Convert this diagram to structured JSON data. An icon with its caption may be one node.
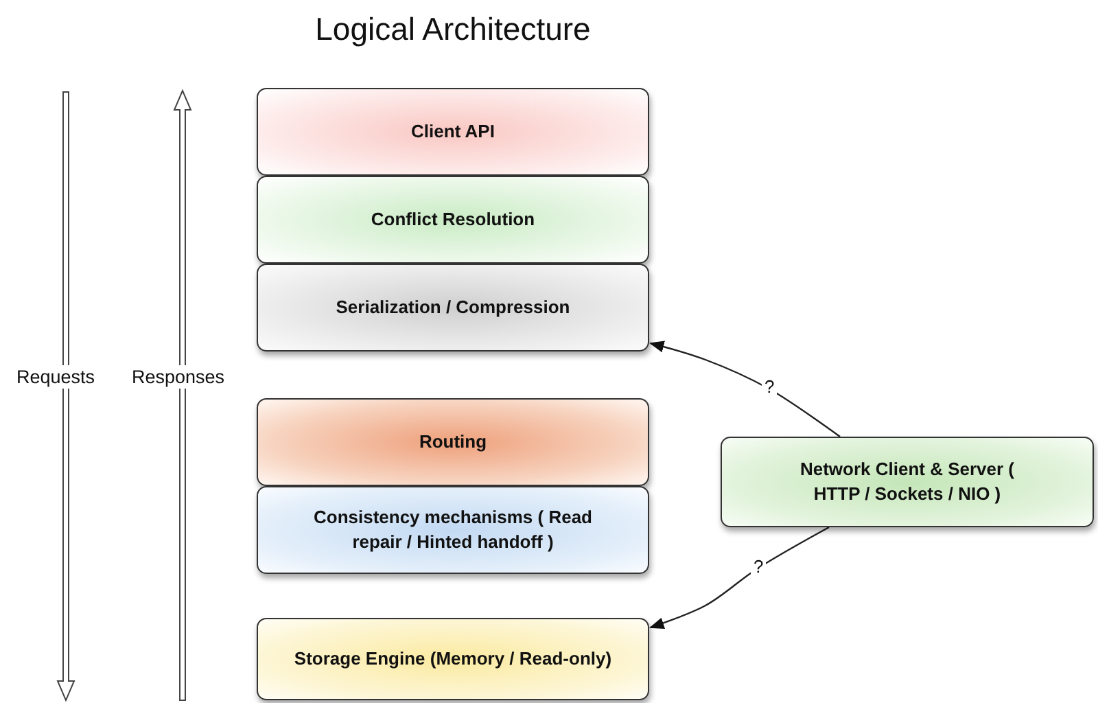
{
  "diagram": {
    "title": "Logical Architecture",
    "nodes": [
      {
        "text": [
          "Client API"
        ]
      },
      {
        "text": [
          "Conflict Resolution"
        ]
      },
      {
        "text": [
          "Serialization / Compression"
        ]
      },
      {
        "text": [
          "Routing"
        ]
      },
      {
        "text": [
          "Consistency mechanisms ( Read repair / Hinted handoff )"
        ]
      },
      {
        "text": [
          "Storage Engine (Memory / Read-only)"
        ]
      },
      {
        "text": [
          "Network Client & Server ( HTTP / Sockets / NIO )"
        ]
      }
    ],
    "edges": [
      {
        "from": 6,
        "to": 2,
        "arrow": "to",
        "label": "?"
      },
      {
        "from": 6,
        "to": 5,
        "arrow": "to",
        "label": "?"
      }
    ],
    "labels": [
      "Requests",
      "Responses"
    ]
  }
}
